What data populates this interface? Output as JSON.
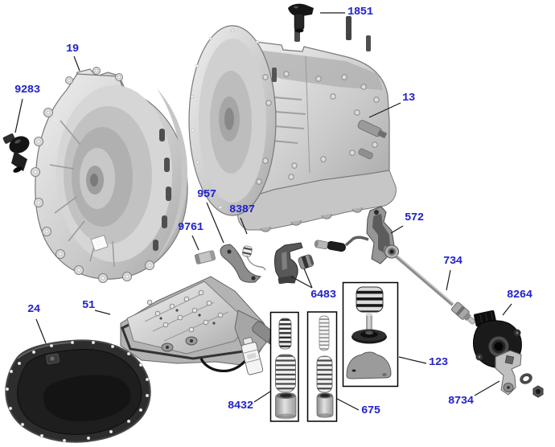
{
  "diagram": {
    "callouts": [
      {
        "text": "1851"
      },
      {
        "text": "19"
      },
      {
        "text": "9283"
      },
      {
        "text": "13"
      },
      {
        "text": "957"
      },
      {
        "text": "8387"
      },
      {
        "text": "9761"
      },
      {
        "text": "572"
      },
      {
        "text": "6483"
      },
      {
        "text": "734"
      },
      {
        "text": "8264"
      },
      {
        "text": "123"
      },
      {
        "text": "8734"
      },
      {
        "text": "8432"
      },
      {
        "text": "675"
      },
      {
        "text": "24"
      },
      {
        "text": "51"
      }
    ],
    "boxed_callouts": [
      "8432",
      "675",
      "123"
    ],
    "colors": {
      "callout_text": "#2222cc",
      "leader_line": "#1a1a1a",
      "box_border": "#000000",
      "background": "#ffffff"
    }
  }
}
